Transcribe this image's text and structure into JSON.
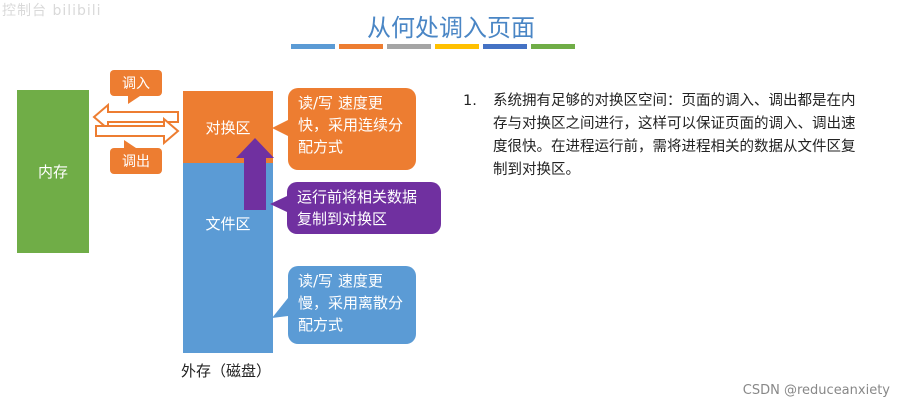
{
  "watermark_top_left": "控制台 bilibili",
  "title": "从何处调入页面",
  "title_bar_colors": [
    "#5b9bd5",
    "#ed7d31",
    "#a5a5a5",
    "#ffc000",
    "#4472c4",
    "#70ad47"
  ],
  "diagram": {
    "memory_label": "内存",
    "swap_label": "对换区",
    "file_label": "文件区",
    "disk_label": "外存（磁盘）",
    "swap_in_label": "调入",
    "swap_out_label": "调出",
    "callout_swap": "读/写 速度更快，采用连续分配方式",
    "callout_copy": "运行前将相关数据复制到对换区",
    "callout_file": "读/写 速度更慢，采用离散分配方式",
    "colors": {
      "memory": "#70ad47",
      "swap": "#ed7d31",
      "file": "#5b9bd5",
      "copy_callout": "#7030a0"
    }
  },
  "list": [
    {
      "num": "1.",
      "text": "系统拥有足够的对换区空间：页面的调入、调出都是在内存与对换区之间进行，这样可以保证页面的调入、调出速度很快。在进程运行前，需将进程相关的数据从文件区复制到对换区。"
    }
  ],
  "watermark_bottom_right": "CSDN @reduceanxiety"
}
